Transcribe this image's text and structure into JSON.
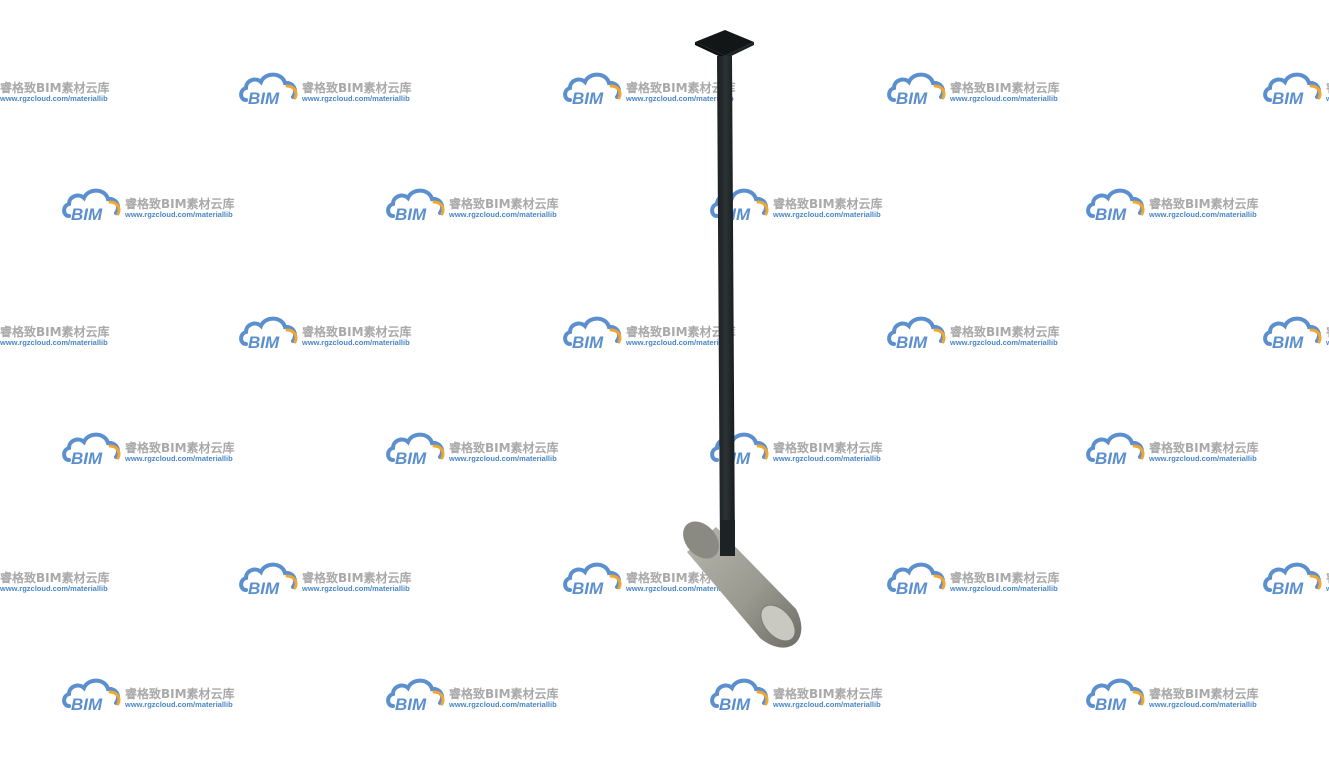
{
  "watermark": {
    "logo_text": "BIM",
    "chinese_text": "睿格致BIM素材云库",
    "url_text": "www.rgzcloud.com/materiallib",
    "colors": {
      "cloud": "#5b8fce",
      "accent": "#f0a631",
      "text_gray": "#a9a9a9",
      "url_blue": "#4a86c5"
    }
  },
  "model": {
    "description_icon": "pendant-spotlight-icon",
    "colors": {
      "rod": "#22282a",
      "canopy": "#141819",
      "cylinder_light": "#a5a59b",
      "cylinder_dark": "#6f6f68",
      "cylinder_end": "#d0d0c8"
    }
  }
}
